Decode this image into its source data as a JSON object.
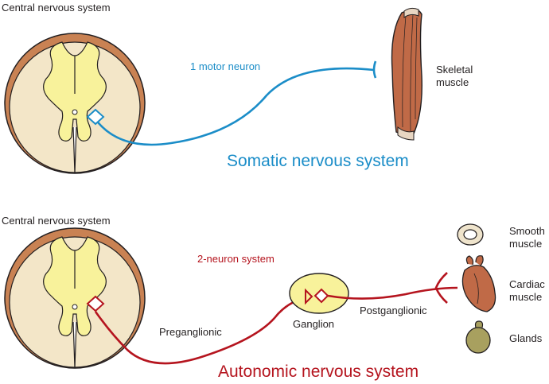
{
  "somatic": {
    "cns_label": "Central nervous system",
    "neuron_label": "1 motor neuron",
    "target_label_line1": "Skeletal",
    "target_label_line2": "muscle",
    "title": "Somatic nervous system"
  },
  "autonomic": {
    "cns_label": "Central nervous system",
    "neuron_label": "2-neuron system",
    "preganglionic_label": "Preganglionic",
    "ganglion_label": "Ganglion",
    "postganglionic_label": "Postganglionic",
    "smooth_label_line1": "Smooth",
    "smooth_label_line2": "muscle",
    "cardiac_label_line1": "Cardiac",
    "cardiac_label_line2": "muscle",
    "glands_label": "Glands",
    "title": "Autonomic nervous system"
  },
  "colors": {
    "somatic_neuron": "#1b8dc8",
    "autonomic_neuron": "#b5141e",
    "white_matter": "#f3e6c8",
    "gray_matter": "#f8f29b",
    "meninges": "#c98253",
    "muscle": "#c06a47"
  }
}
